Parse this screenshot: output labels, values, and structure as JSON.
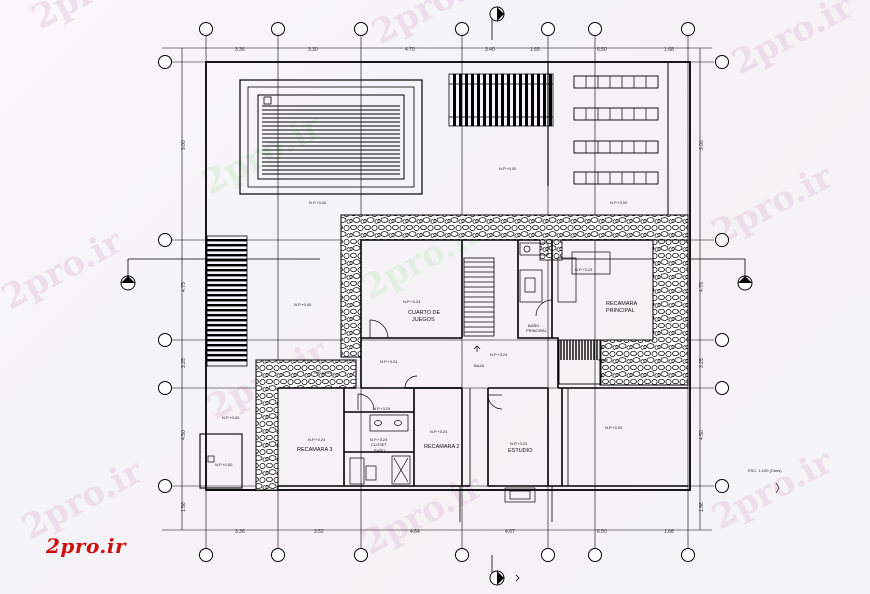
{
  "watermark": {
    "text": "2pro.ir",
    "brand_color": "#d01010"
  },
  "dimensions": {
    "top": [
      "3.36",
      "3.30",
      "4.70",
      "3.40",
      "1.65",
      "6.50",
      "1.68"
    ],
    "bottom": [
      "3.36",
      "3.52",
      "4.64",
      "4.07",
      "6.50",
      "1.68"
    ],
    "left": [
      "9.00",
      "4.75",
      "3.25",
      "4.50",
      "1.56"
    ],
    "right": [
      "9.00",
      "4.75",
      "3.25",
      "4.50",
      "1.56"
    ]
  },
  "rooms": {
    "cuarto_juegos_1": "CUARTO DE",
    "cuarto_juegos_2": "JUEGOS",
    "recamara_principal_1": "RECAMARA",
    "recamara_principal_2": "PRINCIPAL",
    "bano_principal_1": "BAÑO",
    "bano_principal_2": "PRINCIPAL",
    "recamara_3": "RECAMARA 3",
    "recamara_2": "RECAMARA 2",
    "estudio": "ESTUDIO",
    "closet": "CLOSET",
    "bano": "BAÑO",
    "baja": "BAJA"
  },
  "levels": {
    "top_left": "N.P.+0.00",
    "top_center": "N.P.+0.00",
    "top_right": "N.P.+0.00",
    "mid_left": "N.P.+0.00",
    "juegos": "N.P.+3.24",
    "principal": "N.P.+3.24",
    "hall": "N.P.+3.24",
    "lower_left_terrace": "N.P.+0.00",
    "small_left": "N.P.+0.00",
    "small_left_2": "N.P.+0.00",
    "bath": "N.P.+3.24",
    "rec3": "N.P.+3.24",
    "rec2": "N.P.+3.24",
    "estudio": "N.P.+3.24",
    "right_lower": "N.P.+0.00",
    "closet": "N.P.+3.24"
  },
  "footer_note": "ESC. 1:100 (Ctms)"
}
